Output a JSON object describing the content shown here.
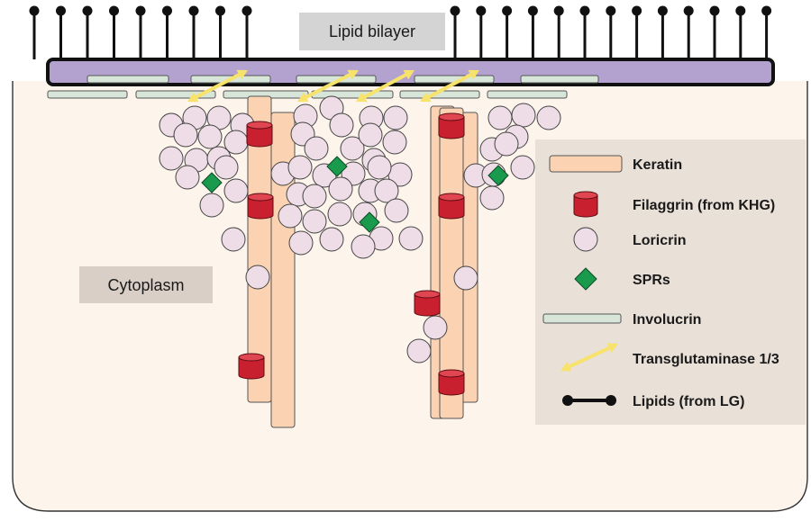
{
  "labels": {
    "lipid_bilayer": "Lipid bilayer",
    "cytoplasm": "Cytoplasm"
  },
  "legend": [
    {
      "key": "keratin",
      "label": "Keratin"
    },
    {
      "key": "filaggrin",
      "label": "Filaggrin (from KHG)"
    },
    {
      "key": "loricrin",
      "label": "Loricrin"
    },
    {
      "key": "sprs",
      "label": "SPRs"
    },
    {
      "key": "involucrin",
      "label": "Involucrin"
    },
    {
      "key": "transglutaminase",
      "label": "Transglutaminase 1/3"
    },
    {
      "key": "lipids",
      "label": "Lipids (from LG)"
    }
  ],
  "colors": {
    "keratin": "#fbd3b3",
    "filaggrin": "#c8202f",
    "loricrin": "#eedde6",
    "sprs": "#1a9a4c",
    "involucrin": "#d8e6da",
    "transglutaminase": "#f7e36b",
    "lipid": "#111111",
    "envelope": "#b3a2d0",
    "cytoplasm": "#fdf4ec",
    "label_box": "#d4d4d4",
    "legend_box": "#e9e0d8"
  }
}
